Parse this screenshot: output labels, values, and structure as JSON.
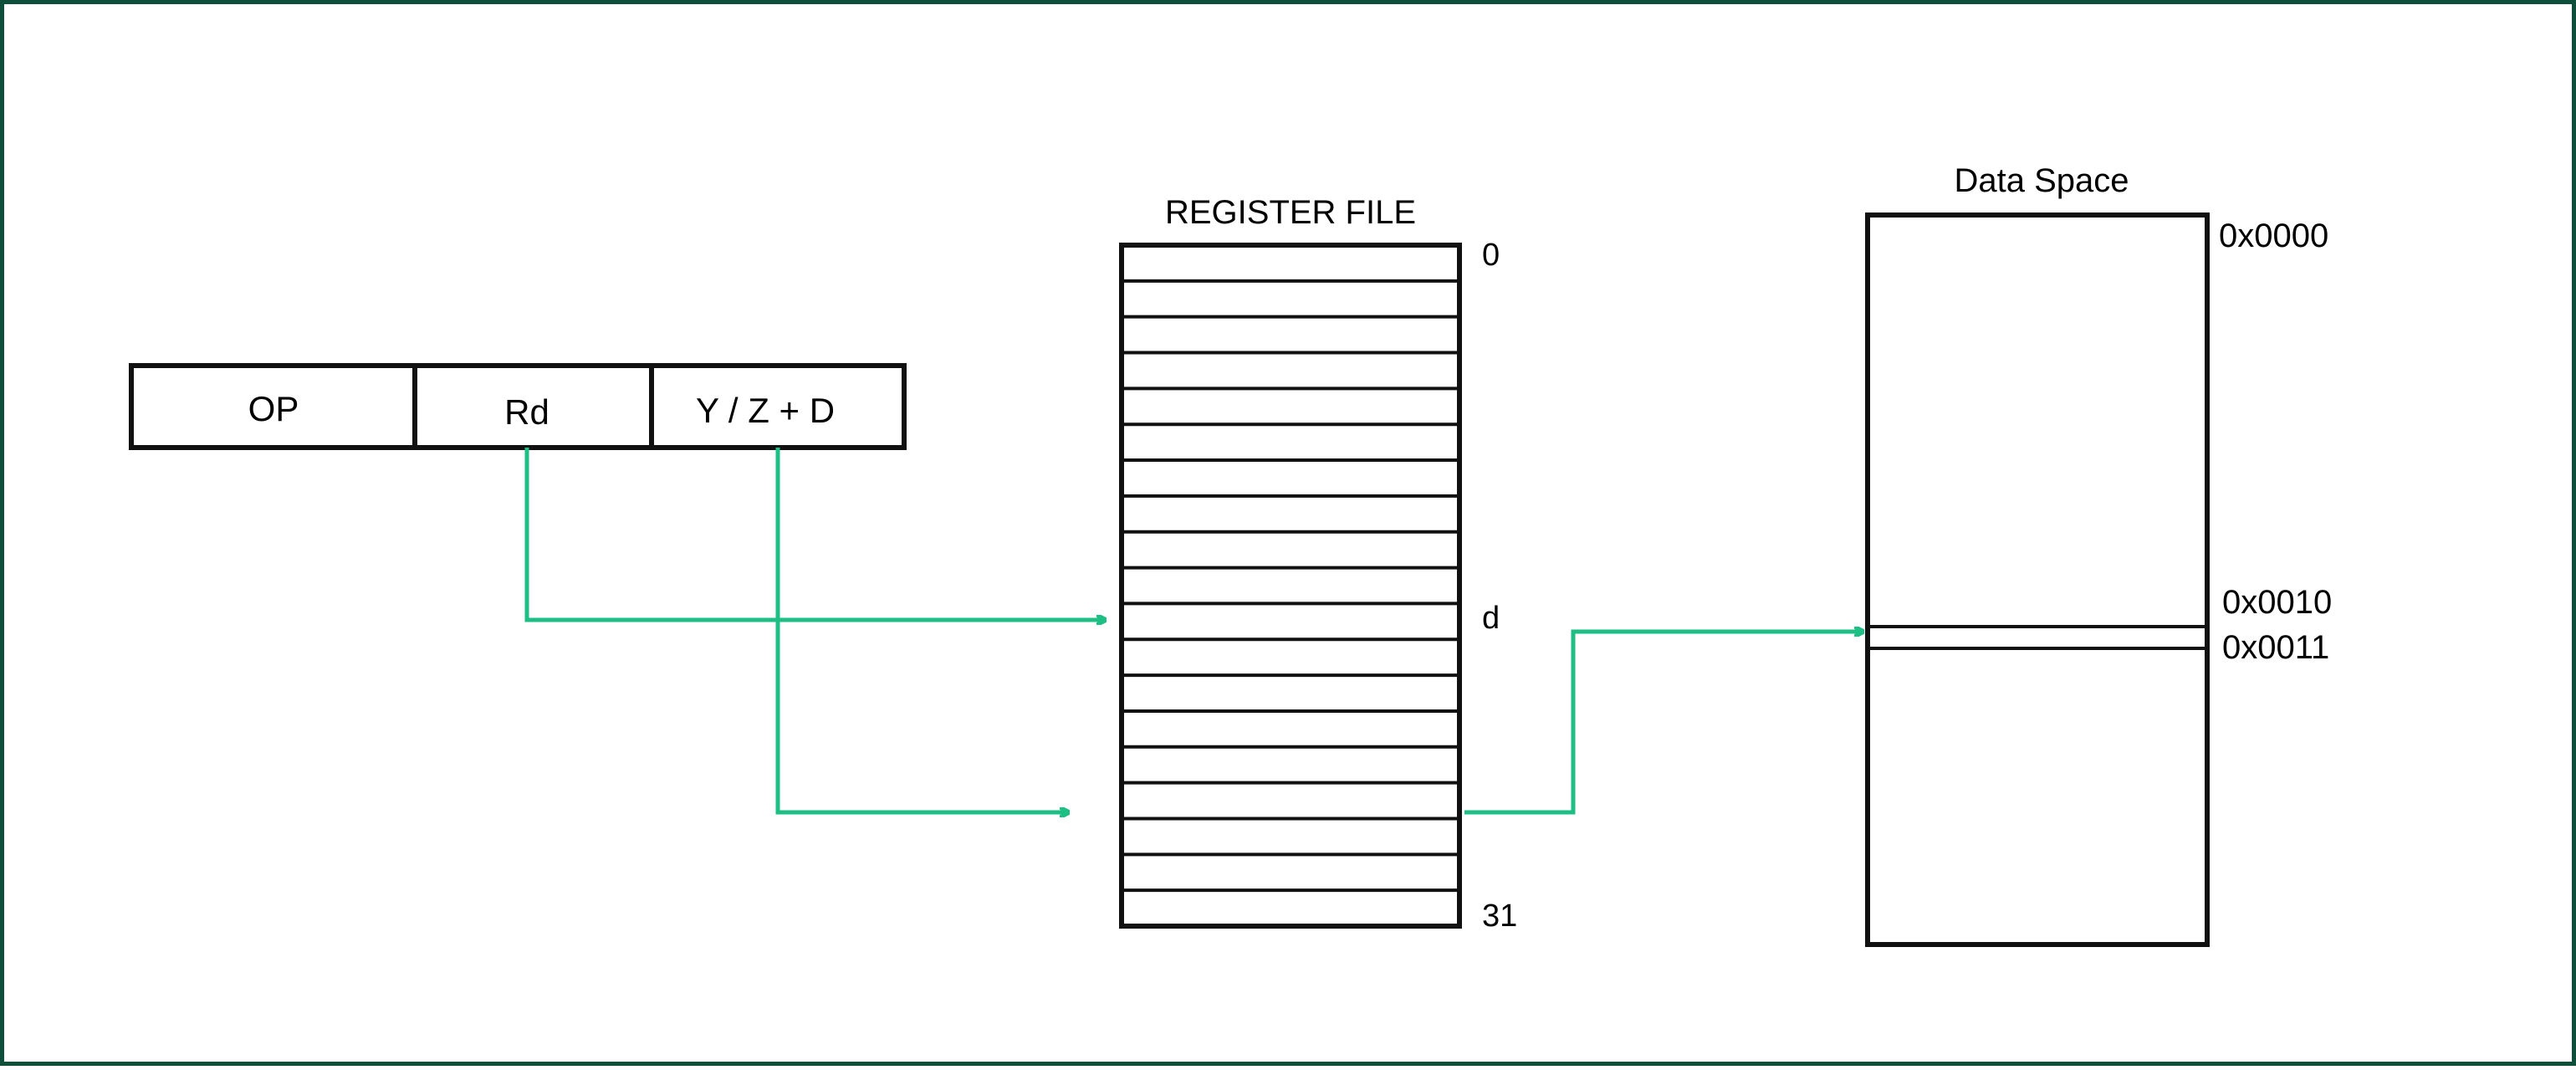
{
  "instruction": {
    "fields": [
      "OP",
      "Rd",
      "Y / Z + D"
    ]
  },
  "register_file": {
    "title": "REGISTER FILE",
    "index_labels": [
      "0",
      "d",
      "31"
    ]
  },
  "data_space": {
    "title": "Data Space",
    "addresses": [
      "0x0000",
      "0x0010",
      "0x0011"
    ]
  },
  "colors": {
    "border": "#0d4f3a",
    "arrow": "#1dbf85",
    "stroke": "#111111"
  }
}
